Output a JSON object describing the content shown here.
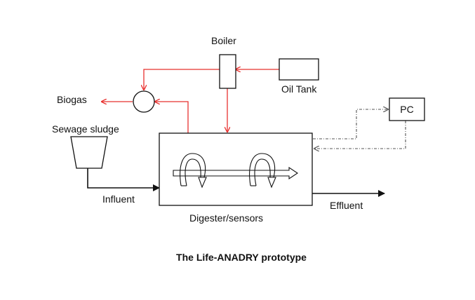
{
  "labels": {
    "boiler": "Boiler",
    "oil_tank": "Oil Tank",
    "biogas": "Biogas",
    "pc": "PC",
    "sewage_sludge": "Sewage sludge",
    "influent": "Influent",
    "effluent": "Effluent",
    "digester": "Digester/sensors"
  },
  "caption": "The Life-ANADRY prototype",
  "colors": {
    "gas_line": "#e8312f",
    "outline": "#111111",
    "control_line": "#555555"
  }
}
